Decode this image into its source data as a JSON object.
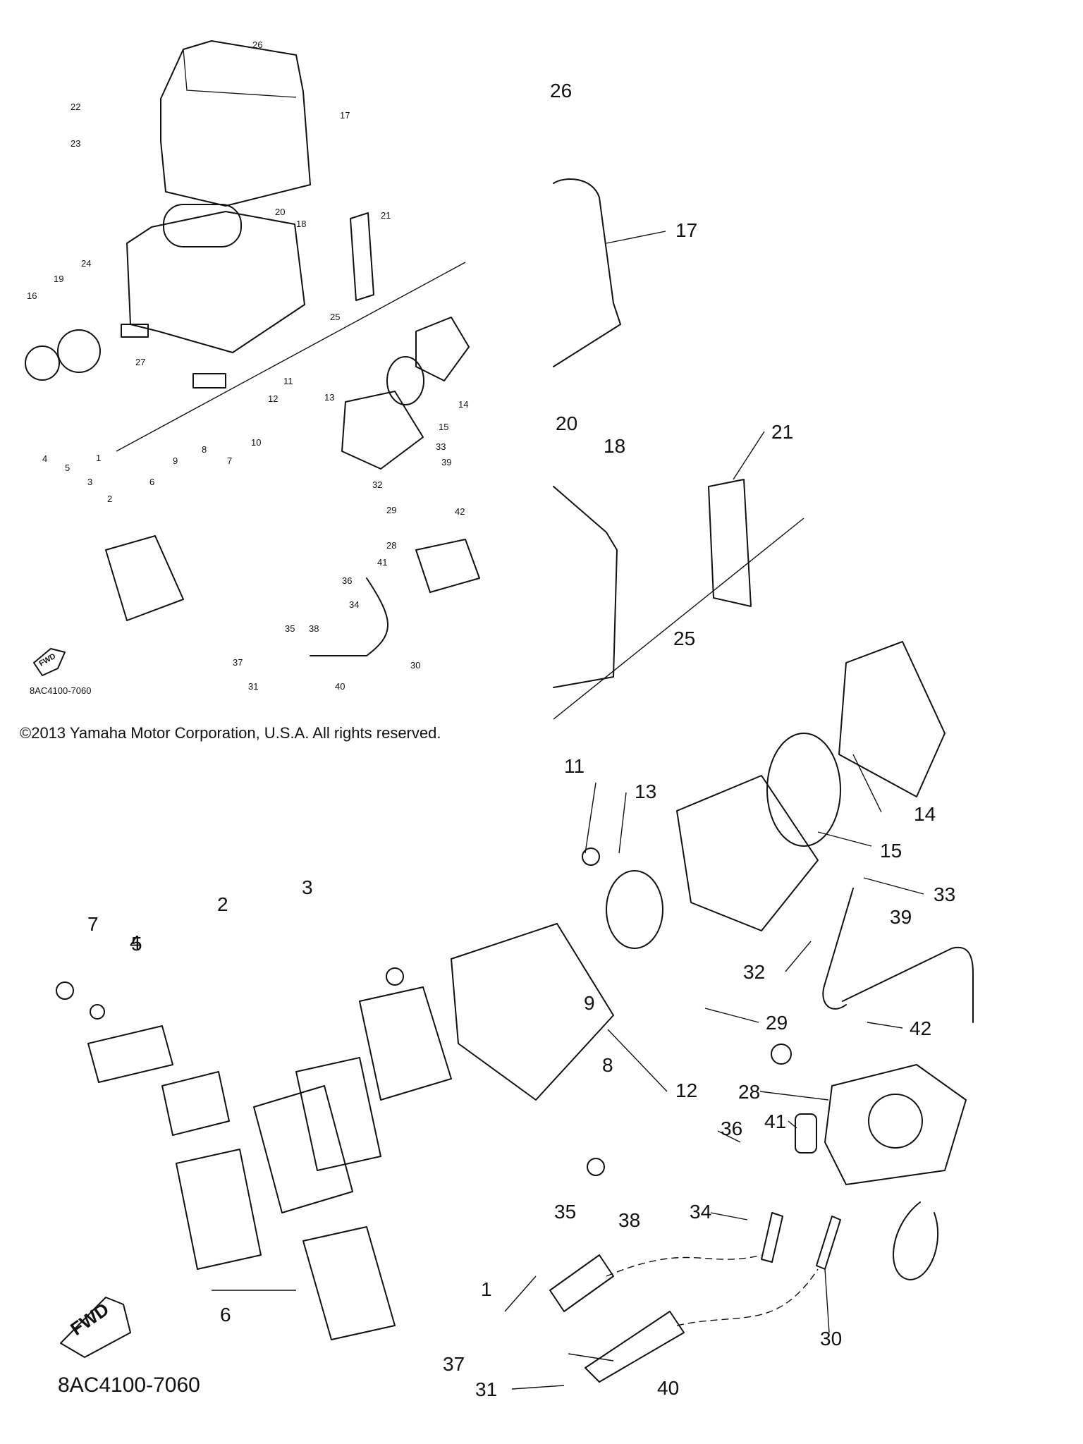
{
  "copyright": "©2013 Yamaha Motor Corporation, U.S.A. All rights reserved.",
  "diagram_code": "8AC4100-7060",
  "fwd_label": "FWD",
  "overview_callouts": [
    "26",
    "22",
    "23",
    "17",
    "20",
    "18",
    "21",
    "24",
    "19",
    "16",
    "27",
    "25",
    "14",
    "15",
    "11",
    "12",
    "13",
    "33",
    "4",
    "5",
    "1",
    "3",
    "2",
    "9",
    "8",
    "7",
    "10",
    "6",
    "39",
    "32",
    "29",
    "42",
    "28",
    "41",
    "36",
    "34",
    "35",
    "38",
    "37",
    "31",
    "40",
    "30"
  ],
  "detail_callouts": [
    "26",
    "17",
    "20",
    "18",
    "21",
    "25",
    "14",
    "15",
    "11",
    "13",
    "33",
    "39",
    "32",
    "29",
    "42",
    "28",
    "41",
    "12",
    "9",
    "8",
    "38",
    "36",
    "34",
    "35",
    "37",
    "31",
    "40",
    "30",
    "6",
    "1",
    "2",
    "3",
    "5",
    "4",
    "7"
  ]
}
